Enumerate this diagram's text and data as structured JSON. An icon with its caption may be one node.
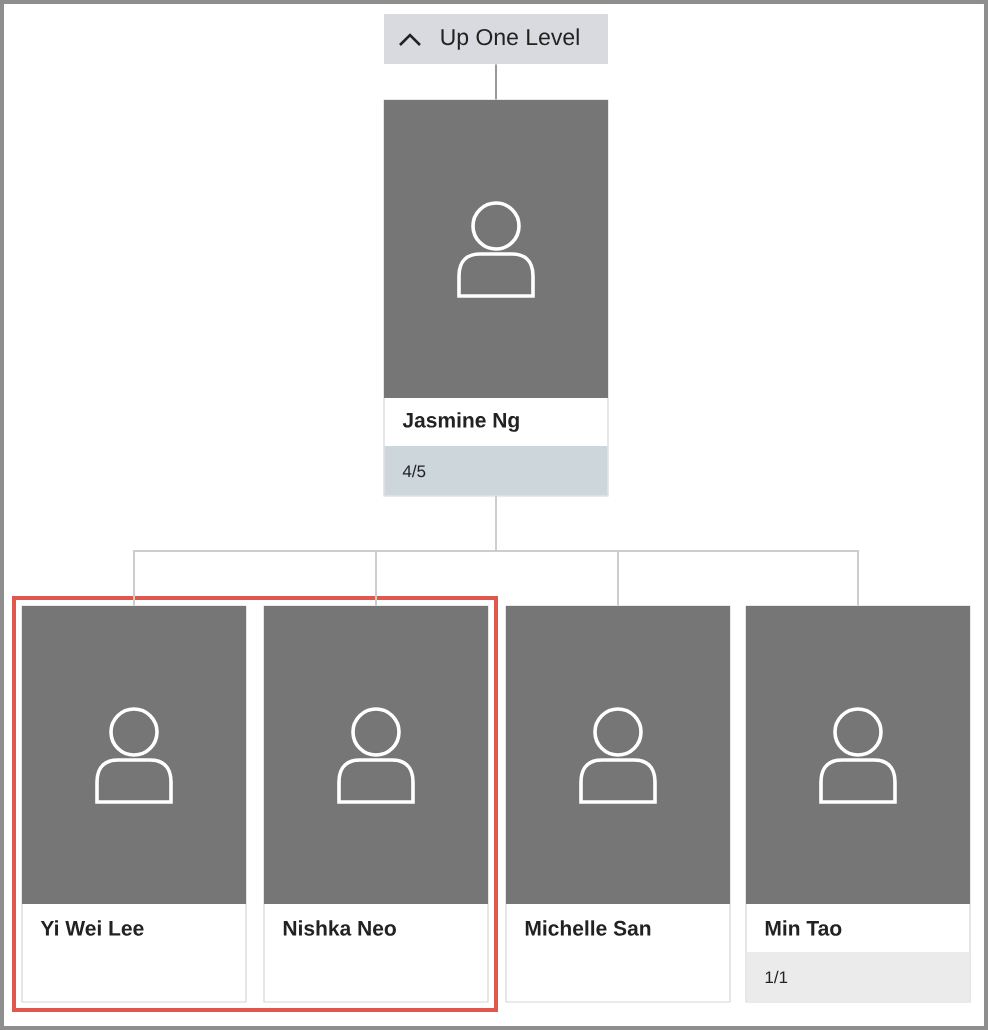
{
  "diagram": {
    "nodes": [
      {
        "text": [
          "Up One Level"
        ]
      },
      {
        "text": [
          "Jasmine Ng",
          "4/5"
        ]
      },
      {
        "text": [],
        "shape": "box"
      },
      {
        "text": [
          "Yi Wei Lee"
        ],
        "in": 2
      },
      {
        "text": [
          "Nishka Neo"
        ],
        "in": 2
      },
      {
        "text": [
          "Michelle San"
        ]
      },
      {
        "text": [
          "Min Tao",
          "1/1"
        ]
      }
    ],
    "edges": [
      {
        "from": 0,
        "to": 1,
        "arrow": "none",
        "color": "#999999"
      },
      {
        "from": 1,
        "to": 3,
        "arrow": "none"
      },
      {
        "from": 1,
        "to": 4,
        "arrow": "none"
      },
      {
        "from": 1,
        "to": 5,
        "arrow": "none"
      },
      {
        "from": 1,
        "to": 6,
        "arrow": "none"
      }
    ]
  }
}
